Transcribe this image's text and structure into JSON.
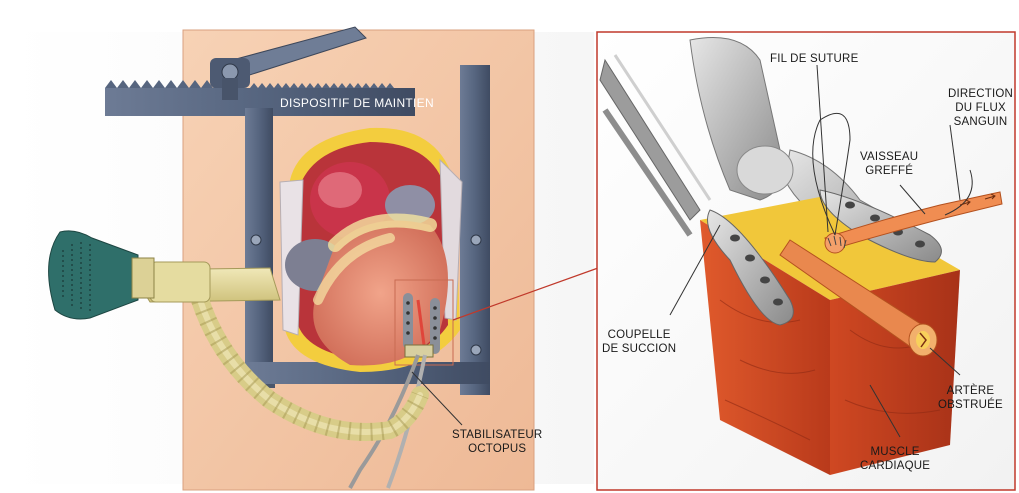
{
  "labels": {
    "holding_device": "DISPOSITIF DE MAINTIEN",
    "stabilizer": [
      "STABILISATEUR",
      "OCTOPUS"
    ],
    "suture": "FIL DE SUTURE",
    "flow": [
      "DIRECTION",
      "DU FLUX",
      "SANGUIN"
    ],
    "graft": [
      "VAISSEAU",
      "GREFFÉ"
    ],
    "suction": [
      "COUPELLE",
      "DE SUCCION"
    ],
    "artery": [
      "ARTÈRE",
      "OBSTRUÉE"
    ],
    "muscle": [
      "MUSCLE",
      "CARDIAQUE"
    ]
  },
  "colors": {
    "skin": "#f4c6a2",
    "steel": "#5b6a86",
    "tissue": "#d85a3c",
    "fat": "#f2cf42",
    "tube": "#e6dc9c",
    "nozzle": "#2f6f6a",
    "border": "#c0392b"
  }
}
